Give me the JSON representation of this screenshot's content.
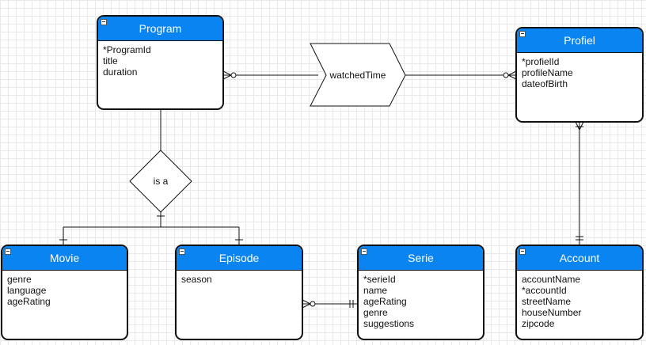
{
  "entities": {
    "program": {
      "title": "Program",
      "attrs": [
        "*ProgramId",
        "title",
        "duration"
      ]
    },
    "profiel": {
      "title": "Profiel",
      "attrs": [
        "*profielId",
        "profileName",
        "dateofBirth"
      ]
    },
    "movie": {
      "title": "Movie",
      "attrs": [
        "genre",
        "language",
        "ageRating"
      ]
    },
    "episode": {
      "title": "Episode",
      "attrs": [
        "season"
      ]
    },
    "serie": {
      "title": "Serie",
      "attrs": [
        "*serieId",
        "name",
        "ageRating",
        "genre",
        "suggestions"
      ]
    },
    "account": {
      "title": "Account",
      "attrs": [
        "accountName",
        "*accountId",
        "streetName",
        "houseNumber",
        "zipcode"
      ]
    }
  },
  "relations": {
    "watched_time": "watchedTime",
    "is_a": "is a"
  },
  "colors": {
    "header": "#0a84f0",
    "header_text": "#ffffff",
    "line": "#111111",
    "grid": "#e9e9e9"
  }
}
